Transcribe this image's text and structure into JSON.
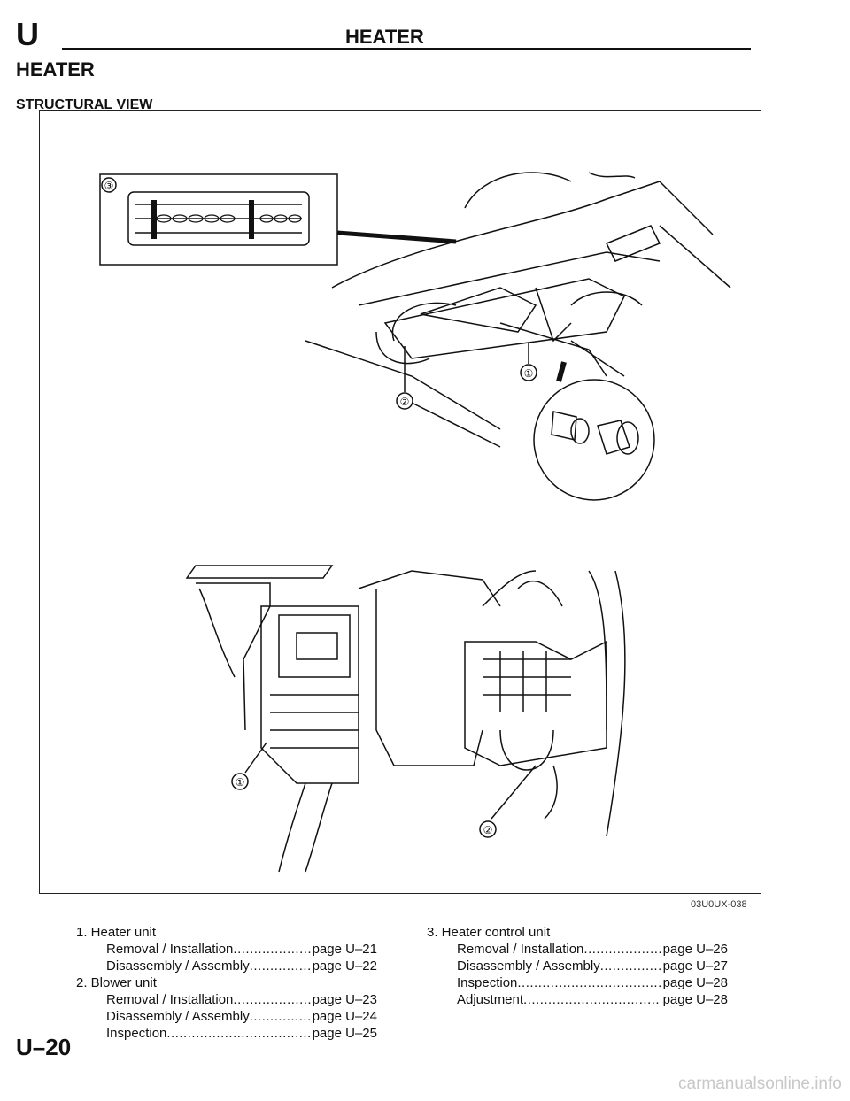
{
  "header": {
    "section_letter": "U",
    "title": "HEATER"
  },
  "section_title": "HEATER",
  "subsection_title": "STRUCTURAL VIEW",
  "figure": {
    "callouts": [
      "①",
      "②",
      "③"
    ],
    "code": "03U0UX-038"
  },
  "legend": {
    "left": [
      {
        "title": "1. Heater unit",
        "rows": [
          {
            "label": "Removal / Installation",
            "page": "page U–21"
          },
          {
            "label": "Disassembly / Assembly",
            "page": "page U–22"
          }
        ]
      },
      {
        "title": "2. Blower unit",
        "rows": [
          {
            "label": "Removal / Installation",
            "page": "page U–23"
          },
          {
            "label": "Disassembly / Assembly",
            "page": "page U–24"
          },
          {
            "label": "Inspection",
            "page": "page U–25"
          }
        ]
      }
    ],
    "right": [
      {
        "title": "3. Heater control unit",
        "rows": [
          {
            "label": "Removal / Installation",
            "page": "page U–26"
          },
          {
            "label": "Disassembly / Assembly",
            "page": "page U–27"
          },
          {
            "label": "Inspection",
            "page": "page U–28"
          },
          {
            "label": "Adjustment",
            "page": "page U–28"
          }
        ]
      }
    ]
  },
  "page_number": "U–20",
  "watermark": "carmanualsonline.info"
}
